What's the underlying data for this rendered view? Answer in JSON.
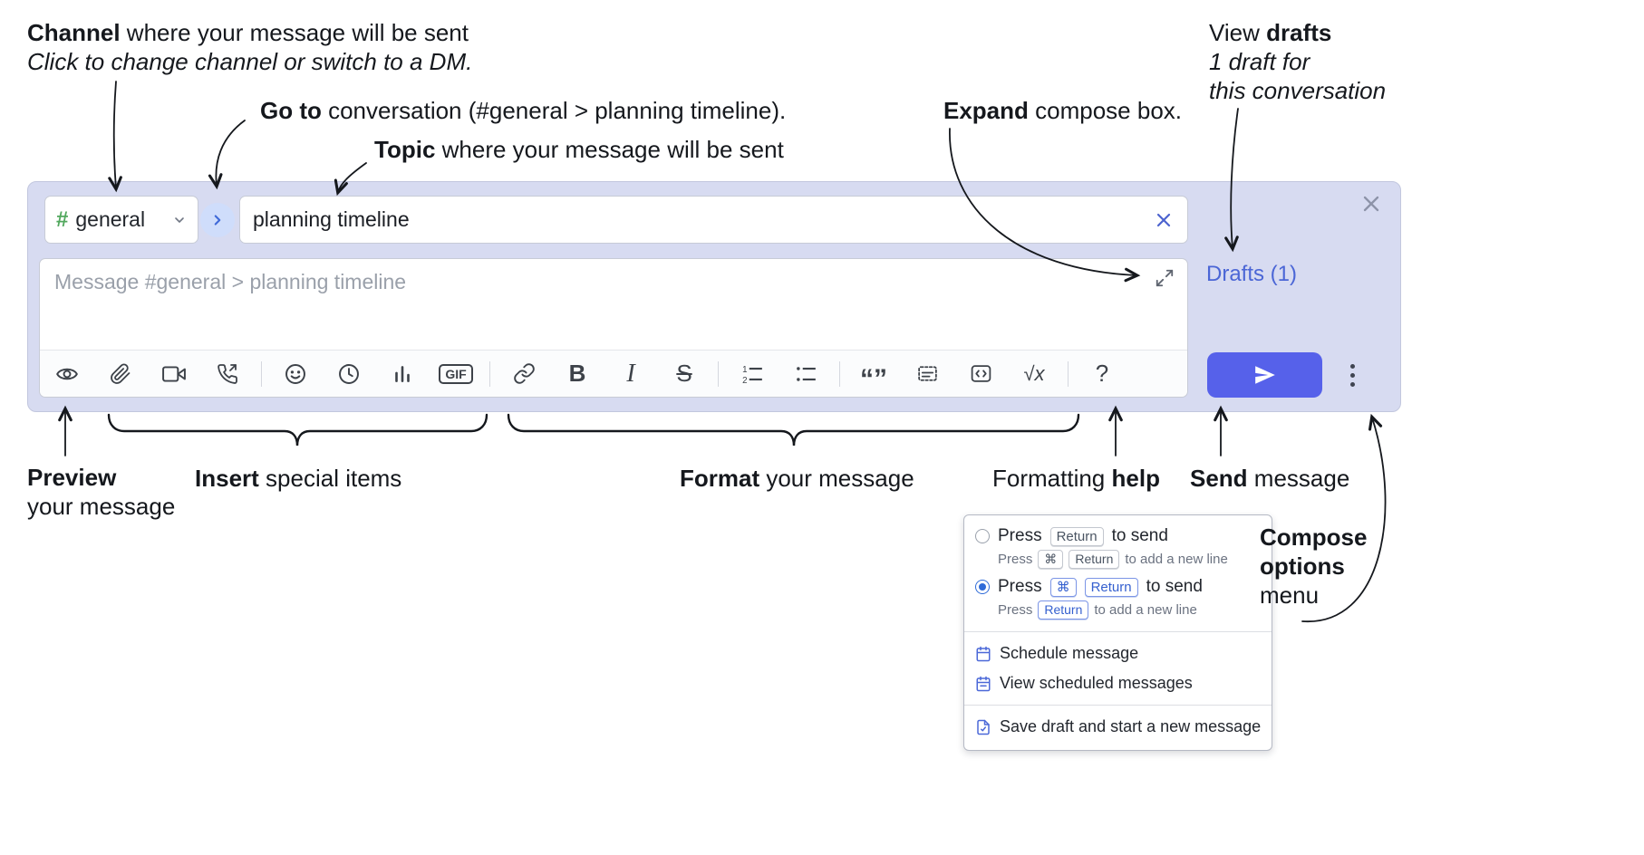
{
  "annotations": {
    "channel_bold": "Channel",
    "channel_rest": " where your message will be sent",
    "channel_sub": "Click to change channel or switch to a DM.",
    "goto_bold": "Go to",
    "goto_rest": " conversation (#general > planning timeline).",
    "topic_bold": "Topic",
    "topic_rest": " where your message will be sent",
    "expand_bold": "Expand",
    "expand_rest": " compose box.",
    "drafts_pre": "View ",
    "drafts_bold": "drafts",
    "drafts_line2": "1 draft for",
    "drafts_line3": "this conversation",
    "preview_bold": "Preview",
    "preview_rest": "your message",
    "insert_bold": "Insert",
    "insert_rest": " special items",
    "format_bold": "Format",
    "format_rest": " your message",
    "help_pre": "Formatting ",
    "help_bold": "help",
    "send_bold": "Send",
    "send_rest": " message",
    "compose_line1": "Compose",
    "compose_line2": "options",
    "compose_line3": "menu"
  },
  "compose": {
    "channel_hash": "#",
    "channel_name": "general",
    "topic_value": "planning timeline",
    "message_placeholder": "Message #general > planning timeline",
    "drafts_label": "Drafts (1)",
    "toolbar": {
      "gif": "GIF",
      "bold": "B",
      "italic": "I",
      "strike": "S",
      "math": "√x",
      "help": "?",
      "numlist_1": "1",
      "numlist_2": "2",
      "quote_glyph": "“”"
    }
  },
  "popup": {
    "press": "Press",
    "to_send": "to send",
    "to_add": "to add a new line",
    "key_return": "Return",
    "key_cmd": "⌘",
    "schedule": "Schedule message",
    "view_scheduled": "View scheduled messages",
    "save_draft": "Save draft and start a new message"
  },
  "colors": {
    "compose_bg": "#d7dbf1",
    "accent_blue": "#5661ea",
    "link_blue": "#4b66d6",
    "channel_green": "#52a85e",
    "icon_gray": "#3d4249"
  }
}
